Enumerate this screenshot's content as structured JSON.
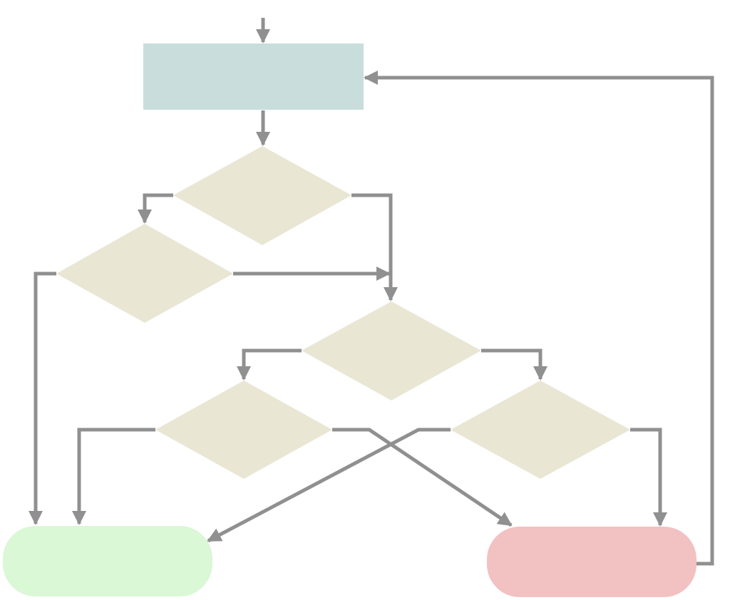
{
  "colors": {
    "process": "#c9dedc",
    "decision": "#e9e6d4",
    "terminal_success": "#daf7d6",
    "terminal_failure": "#f2c1c1",
    "connector": "#909090",
    "background": "#ffffff"
  },
  "nodes": [
    {
      "id": "process-start",
      "shape": "rectangle",
      "label": ""
    },
    {
      "id": "decision-1",
      "shape": "diamond",
      "label": ""
    },
    {
      "id": "decision-2",
      "shape": "diamond",
      "label": ""
    },
    {
      "id": "decision-3",
      "shape": "diamond",
      "label": ""
    },
    {
      "id": "decision-4",
      "shape": "diamond",
      "label": ""
    },
    {
      "id": "decision-5",
      "shape": "diamond",
      "label": ""
    },
    {
      "id": "terminal-success",
      "shape": "rounded-rectangle",
      "label": ""
    },
    {
      "id": "terminal-failure",
      "shape": "rounded-rectangle",
      "label": ""
    }
  ],
  "edges": [
    {
      "from": "entry",
      "to": "process-start",
      "label": ""
    },
    {
      "from": "process-start",
      "to": "decision-1",
      "label": ""
    },
    {
      "from": "decision-1",
      "to": "decision-2",
      "label": ""
    },
    {
      "from": "decision-1",
      "to": "decision-3",
      "label": ""
    },
    {
      "from": "decision-2",
      "to": "decision-3",
      "label": ""
    },
    {
      "from": "decision-2",
      "to": "terminal-success",
      "label": ""
    },
    {
      "from": "decision-3",
      "to": "decision-4",
      "label": ""
    },
    {
      "from": "decision-3",
      "to": "decision-5",
      "label": ""
    },
    {
      "from": "decision-4",
      "to": "terminal-success",
      "label": ""
    },
    {
      "from": "decision-4",
      "to": "terminal-failure",
      "label": ""
    },
    {
      "from": "decision-5",
      "to": "terminal-success",
      "label": ""
    },
    {
      "from": "decision-5",
      "to": "terminal-failure",
      "label": ""
    },
    {
      "from": "terminal-failure",
      "to": "process-start",
      "label": ""
    }
  ]
}
